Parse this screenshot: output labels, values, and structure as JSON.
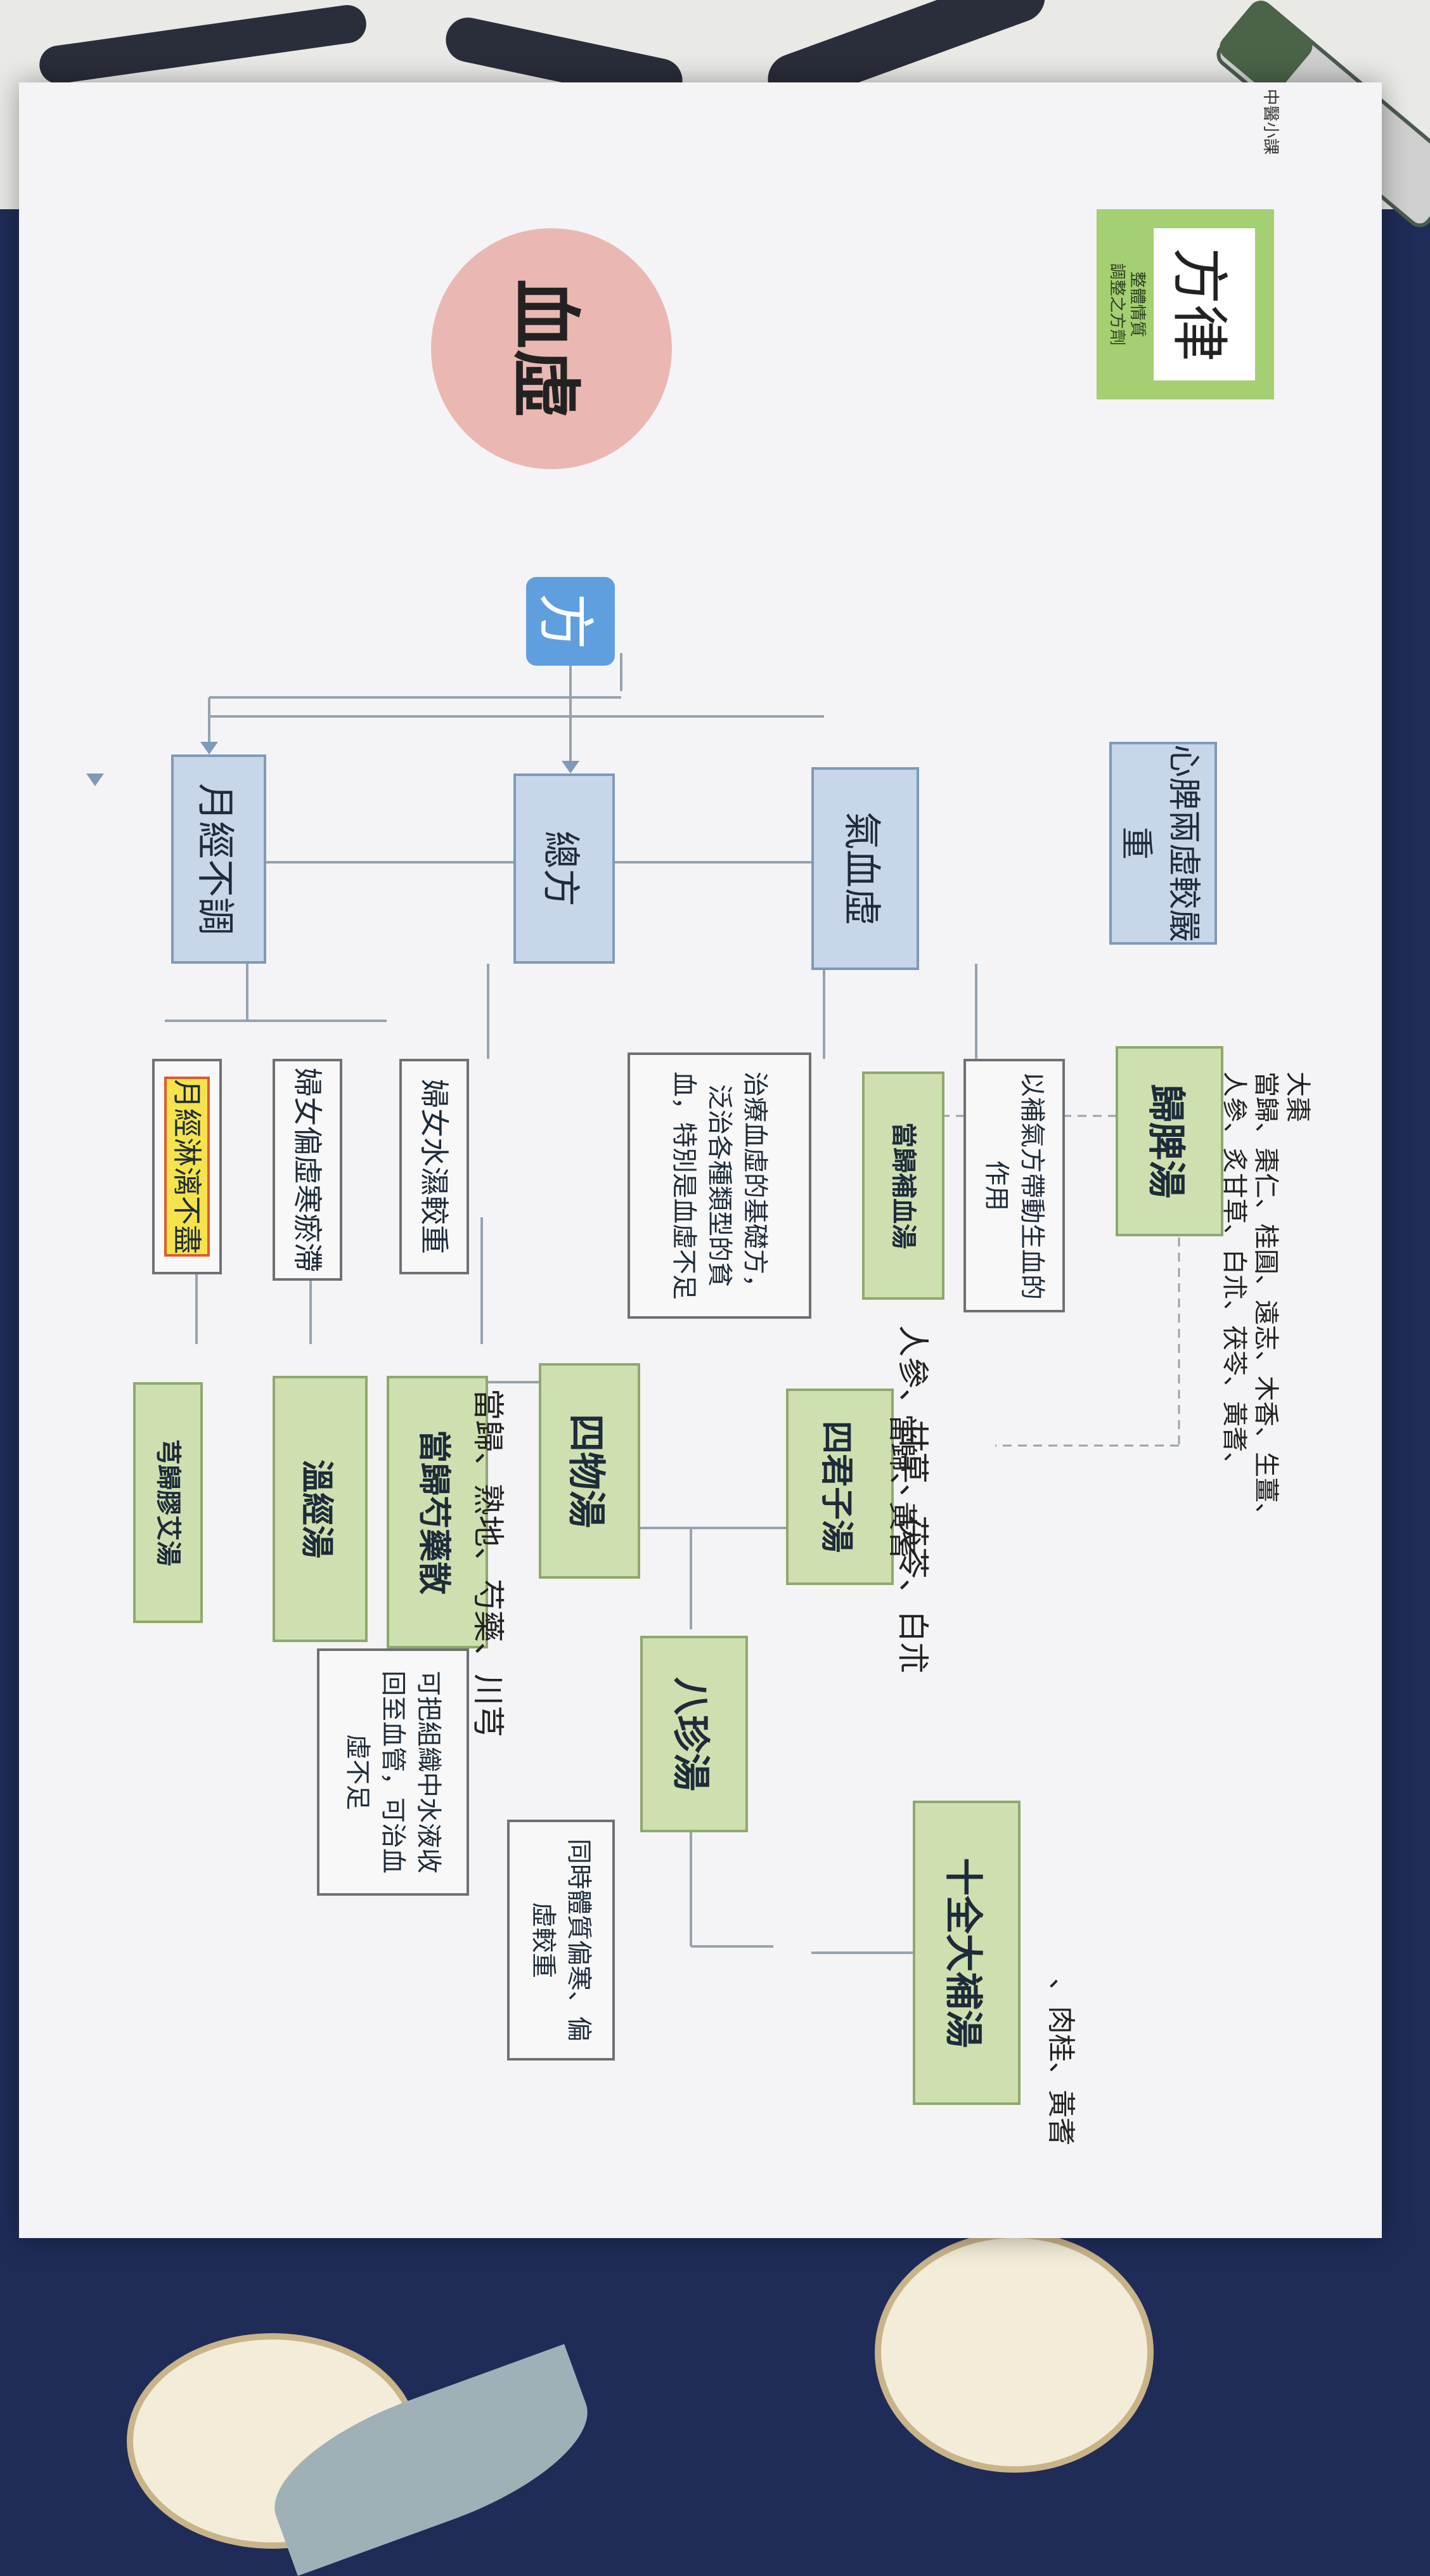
{
  "brand": "中醫小課",
  "logo": {
    "glyph": "方律",
    "caption_1": "整體情質",
    "caption_2": "調整之方劑"
  },
  "title": "血虛",
  "fang_label": "方",
  "nodes": {
    "yuejing": "月經不調",
    "zongfang": "總方",
    "qixuexu": "氣血虛",
    "xinpi": "心脾兩虛較嚴重",
    "yuejing_note": "月經淋漓不盡",
    "funv_pianhan": "婦女偏虛寒瘀滯",
    "funv_shiyu": "婦女水濕較重",
    "zongfang_desc": "治療血虛的基礎方，泛治各種類型的貧血，特別是血虛不足",
    "danggui_buxue": "當歸補血湯",
    "danggui_buxue_desc": "以補氣方帶動生血的作用",
    "guipi": "歸脾湯",
    "xiongguijiaoai": "芎歸膠艾湯",
    "wenjing": "溫經湯",
    "dangguishaoyao": "當歸芍藥散",
    "siwu": "四物湯",
    "sijunzi": "四君子湯",
    "bazhen": "八珍湯",
    "shuishi_desc": "可把組織中水液收回至血管，可治血虛不足",
    "bazhen_desc": "同時體質偏寒、偏虛較重",
    "shiquan": "十全大補湯"
  },
  "herbs": {
    "siwu": "當歸、熟地、芍藥、川芎",
    "danggui_buxue": "當歸、黃耆",
    "sijunzi": "人參、甘草、茯苓、白朮",
    "guipi_1": "人參、炙甘草、白朮、茯苓、黃耆、",
    "guipi_2": "當歸、棗仁、桂圓、遠志、木香、生薑、",
    "guipi_3": "大棗",
    "shiquan": "、肉桂、黃耆"
  },
  "colors": {
    "blue_box": "#c7d6e8",
    "green_box": "#cfe0b0",
    "title_circle": "#ebb7b2",
    "fang_badge": "#5f9fde",
    "highlight": "#f4e34c"
  }
}
